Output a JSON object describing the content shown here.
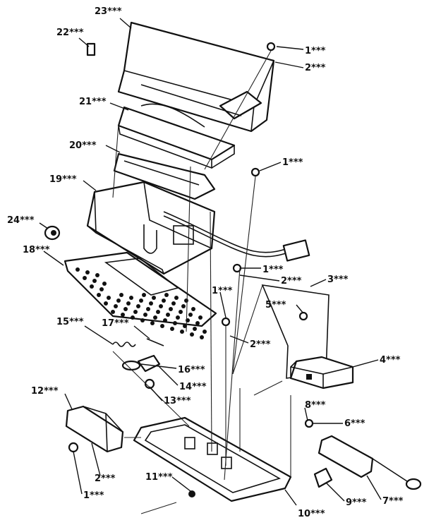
{
  "diagram": {
    "labels": [
      {
        "id": "c23",
        "text": "23***"
      },
      {
        "id": "c22",
        "text": "22***"
      },
      {
        "id": "c1a",
        "text": "1***"
      },
      {
        "id": "c2a",
        "text": "2***"
      },
      {
        "id": "c21",
        "text": "21***"
      },
      {
        "id": "c20",
        "text": "20***"
      },
      {
        "id": "c1b",
        "text": "1***"
      },
      {
        "id": "c19",
        "text": "19***"
      },
      {
        "id": "c24",
        "text": "24***"
      },
      {
        "id": "c18",
        "text": "18***"
      },
      {
        "id": "c1c",
        "text": "1***"
      },
      {
        "id": "c2b",
        "text": "2***"
      },
      {
        "id": "c3",
        "text": "3***"
      },
      {
        "id": "c5",
        "text": "5***"
      },
      {
        "id": "c1d",
        "text": "1***"
      },
      {
        "id": "c15",
        "text": "15***"
      },
      {
        "id": "c17",
        "text": "17***"
      },
      {
        "id": "c2c",
        "text": "2***"
      },
      {
        "id": "c4",
        "text": "4***"
      },
      {
        "id": "c16",
        "text": "16***"
      },
      {
        "id": "c14",
        "text": "14***"
      },
      {
        "id": "c12",
        "text": "12***"
      },
      {
        "id": "c13",
        "text": "13***"
      },
      {
        "id": "c8a",
        "text": "8***"
      },
      {
        "id": "c6",
        "text": "6***"
      },
      {
        "id": "c2d",
        "text": "2***"
      },
      {
        "id": "c11",
        "text": "11***"
      },
      {
        "id": "c1e",
        "text": "1***"
      },
      {
        "id": "c10",
        "text": "10***"
      },
      {
        "id": "c9",
        "text": "9***"
      },
      {
        "id": "c7",
        "text": "7***"
      }
    ]
  }
}
